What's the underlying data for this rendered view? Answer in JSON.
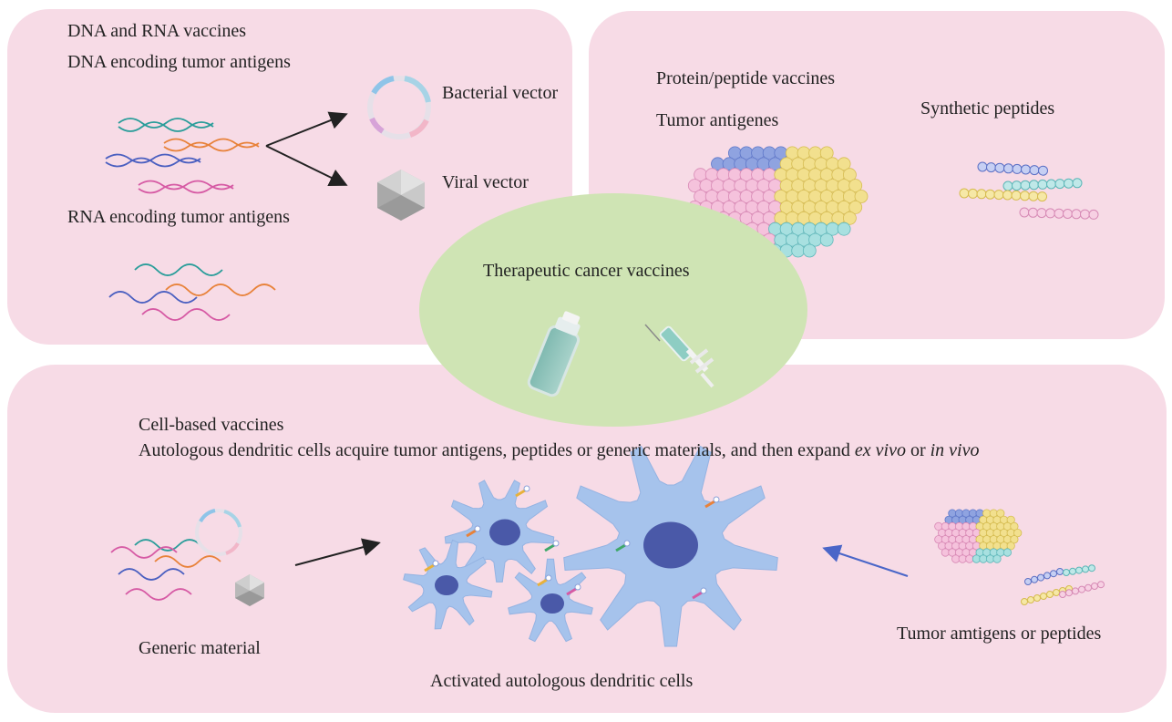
{
  "center": {
    "title": "Therapeutic cancer vaccines"
  },
  "dna_panel": {
    "heading": "DNA and RNA vaccines",
    "dna_label": "DNA encoding tumor antigens",
    "rna_label": "RNA encoding tumor antigens",
    "bacterial_vector": "Bacterial vector",
    "viral_vector": "Viral vector"
  },
  "protein_panel": {
    "heading": "Protein/peptide vaccines",
    "tumor_antigens": "Tumor antigenes",
    "synthetic_peptides": "Synthetic peptides"
  },
  "cell_panel": {
    "heading": "Cell-based vaccines",
    "description_prefix": "Autologous dendritic cells acquire tumor antigens, peptides or generic materials, and then expand ",
    "description_ex_vivo": "ex vivo",
    "description_or": " or ",
    "description_in_vivo": "in vivo",
    "generic_material": "Generic material",
    "activated_cells": "Activated autologous dendritic cells",
    "tumor_antigens_peptides": "Tumor amtigens or peptides"
  },
  "colors": {
    "panel": "#f7dbe6",
    "center": "#cfe4b4",
    "teal": "#2a9d9a",
    "orange": "#e8823a",
    "blue": "#4a5fc0",
    "pink": "#d65aa4",
    "cell": "#a6c3ec",
    "nucleus": "#4a59a8"
  }
}
